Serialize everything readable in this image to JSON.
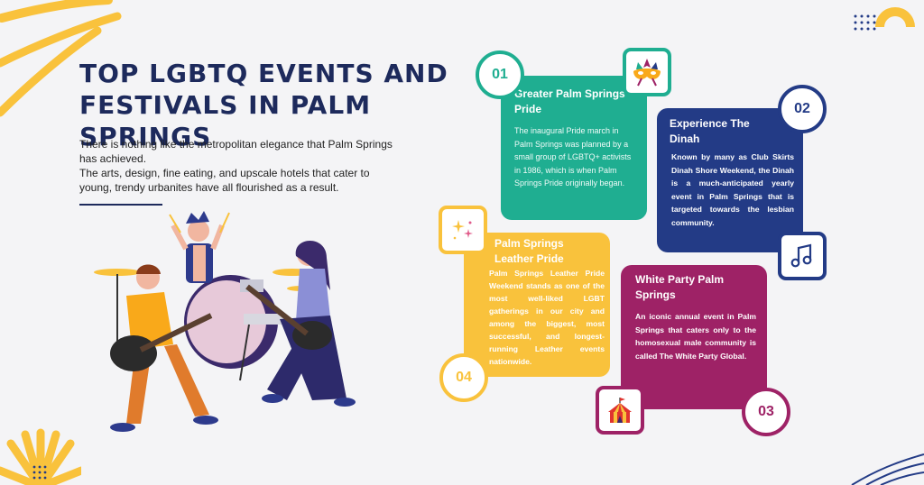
{
  "page": {
    "title": "TOP LGBTQ EVENTS AND FESTIVALS IN PALM SPRINGS",
    "intro": [
      "There is nothing like the metropolitan elegance that Palm Springs has achieved.",
      "The arts, design, fine eating, and upscale hotels that cater to young, trendy urbanites have all flourished as a result."
    ]
  },
  "events": [
    {
      "number": "01",
      "title": "Greater Palm Springs Pride",
      "body": "The inaugural Pride march in Palm Springs was planned by a small group of LGBTQ+ activists in 1986, which is when Palm Springs Pride originally began.",
      "color": "#1fae91",
      "icon": "mardi-gras-mask-icon"
    },
    {
      "number": "02",
      "title": "Experience The Dinah",
      "body": "Known by many as Club Skirts Dinah Shore Weekend, the Dinah is a much-anticipated yearly event in Palm Springs that is targeted towards the lesbian community.",
      "color": "#233b86",
      "icon": "music-note-icon"
    },
    {
      "number": "03",
      "title": "White Party Palm Springs",
      "body": "An iconic annual event in Palm Springs that caters only to the homosexual male community is called The White Party Global.",
      "color": "#9e2266",
      "icon": "circus-tent-icon"
    },
    {
      "number": "04",
      "title": "Palm Springs Leather Pride",
      "body": "Palm Springs Leather Pride Weekend stands as one of the most well-liked LGBT gatherings in our city and among the biggest, most successful, and longest-running Leather events nationwide.",
      "color": "#f9c23c",
      "icon": "sparkles-icon"
    }
  ],
  "colors": {
    "title": "#1d2a5c",
    "background": "#f4f4f6",
    "accent_yellow": "#f9c23c"
  },
  "illustration": "band-playing-illustration"
}
